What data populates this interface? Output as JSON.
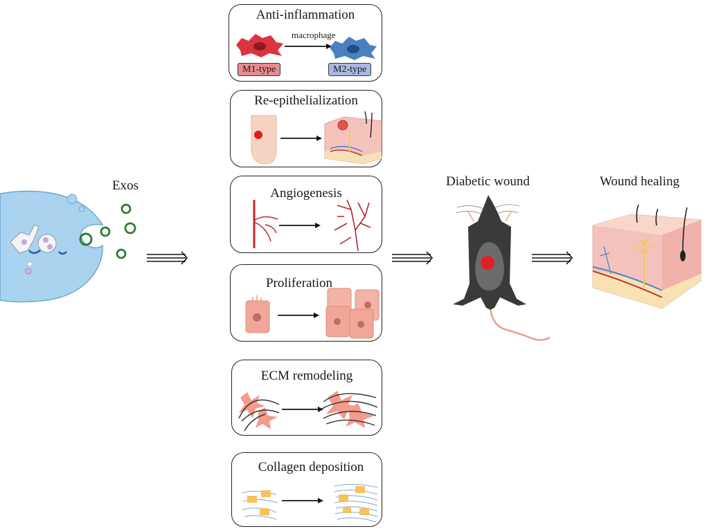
{
  "left": {
    "exos_label": "Exos"
  },
  "mechanisms": [
    {
      "title": "Anti-inflammation",
      "arrow_label": "macrophage",
      "from_tag": "M1-type",
      "to_tag": "M2-type"
    },
    {
      "title": "Re-epithelialization"
    },
    {
      "title": "Angiogenesis"
    },
    {
      "title": "Proliferation"
    },
    {
      "title": "ECM remodeling"
    },
    {
      "title": "Collagen deposition"
    }
  ],
  "right": {
    "diabetic_label": "Diabetic wound",
    "healing_label": "Wound healing"
  },
  "colors": {
    "cell_blue": "#a9d3ee",
    "exo_green": "#2e7d32",
    "m1_red": "#d9343f",
    "m2_blue": "#4a7fc1",
    "m1_tag": "#e88a8f",
    "m2_tag": "#a9b9e0",
    "wound_red": "#e02020",
    "mouse_dark": "#3a3a3a",
    "skin_pink": "#f2b8b0",
    "vessel_red": "#b3262e"
  }
}
